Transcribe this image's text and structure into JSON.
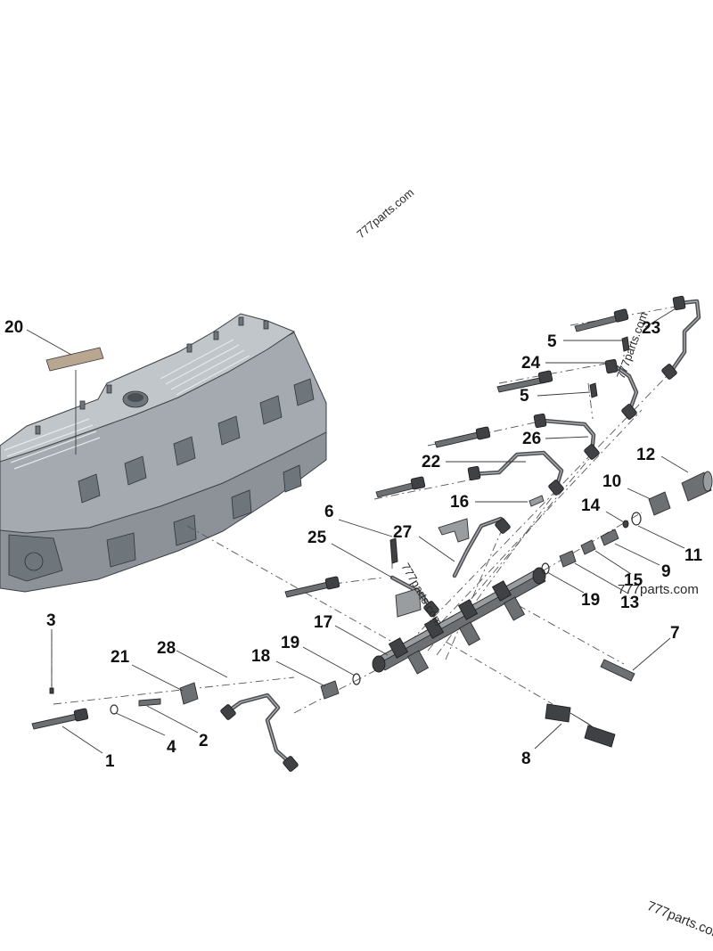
{
  "watermarks": {
    "top": "777parts.com",
    "middle": "777parts.com",
    "right": "777parts.com",
    "bottom": "777parts.com"
  },
  "callouts": [
    {
      "id": "1",
      "label": "1"
    },
    {
      "id": "2",
      "label": "2"
    },
    {
      "id": "3",
      "label": "3"
    },
    {
      "id": "4",
      "label": "4"
    },
    {
      "id": "5a",
      "label": "5"
    },
    {
      "id": "5b",
      "label": "5"
    },
    {
      "id": "6",
      "label": "6"
    },
    {
      "id": "7",
      "label": "7"
    },
    {
      "id": "8",
      "label": "8"
    },
    {
      "id": "9",
      "label": "9"
    },
    {
      "id": "10",
      "label": "10"
    },
    {
      "id": "11",
      "label": "11"
    },
    {
      "id": "12",
      "label": "12"
    },
    {
      "id": "13",
      "label": "13"
    },
    {
      "id": "14",
      "label": "14"
    },
    {
      "id": "15",
      "label": "15"
    },
    {
      "id": "16",
      "label": "16"
    },
    {
      "id": "17",
      "label": "17"
    },
    {
      "id": "18",
      "label": "18"
    },
    {
      "id": "19a",
      "label": "19"
    },
    {
      "id": "19b",
      "label": "19"
    },
    {
      "id": "20",
      "label": "20"
    },
    {
      "id": "21",
      "label": "21"
    },
    {
      "id": "22",
      "label": "22"
    },
    {
      "id": "23",
      "label": "23"
    },
    {
      "id": "24",
      "label": "24"
    },
    {
      "id": "25",
      "label": "25"
    },
    {
      "id": "26",
      "label": "26"
    },
    {
      "id": "27",
      "label": "27"
    },
    {
      "id": "28",
      "label": "28"
    }
  ],
  "colors": {
    "background": "#ffffff",
    "engine": "#a4aaaf",
    "parts": "#6d7073",
    "pipes": "#4d4f52",
    "text": "#111111"
  }
}
